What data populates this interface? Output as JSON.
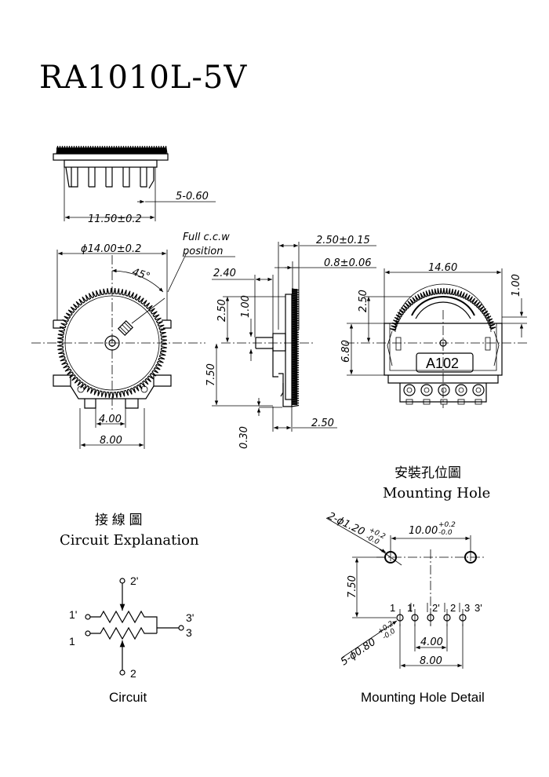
{
  "title": "RA1010L-5V",
  "top_view": {
    "pins_dim": "5-0.60",
    "width_dim": "11.50±0.2"
  },
  "front_view": {
    "dia_dim": "ϕ14.00±0.2",
    "rotation_note_line1": "Full c.c.w",
    "rotation_note_line2": "position",
    "angle_dim": "45°",
    "pitch_dim": "4.00",
    "span_dim": "8.00"
  },
  "side_view": {
    "total_dim": "2.50±0.15",
    "wheel_dim": "0.8±0.06",
    "shaft_dim": "2.40",
    "h1": "2.50",
    "h2": "1.00",
    "h3": "7.50",
    "pin_thk": "0.30",
    "lead_dim": "2.50"
  },
  "back_view": {
    "width_dim": "14.60",
    "top_dim": "1.00",
    "upper_dim": "2.50",
    "height_dim": "6.80",
    "marking": "A102"
  },
  "mounting": {
    "title_cn": "安裝孔位圖",
    "title_en": "Mounting Hole",
    "big_hole": "2-ϕ1.20",
    "big_tol_plus": "+0.2",
    "big_tol_minus": "-0.0",
    "spacing": "10.00",
    "spacing_tol_plus": "+0.2",
    "spacing_tol_minus": "-0.0",
    "height": "7.50",
    "small_hole": "5-ϕ0.80",
    "small_tol_plus": "+0.2",
    "small_tol_minus": "-0.0",
    "pitch": "4.00",
    "span": "8.00",
    "pin_labels": [
      "1",
      "1'",
      "2'",
      "2",
      "3",
      "3'"
    ],
    "caption": "Mounting Hole Detail"
  },
  "circuit": {
    "title_cn": "接 線 圖",
    "title_en": "Circuit Explanation",
    "pin_2p": "2'",
    "pin_1p": "1'",
    "pin_1": "1",
    "pin_3p": "3'",
    "pin_3": "3",
    "pin_2": "2",
    "caption": "Circuit"
  }
}
